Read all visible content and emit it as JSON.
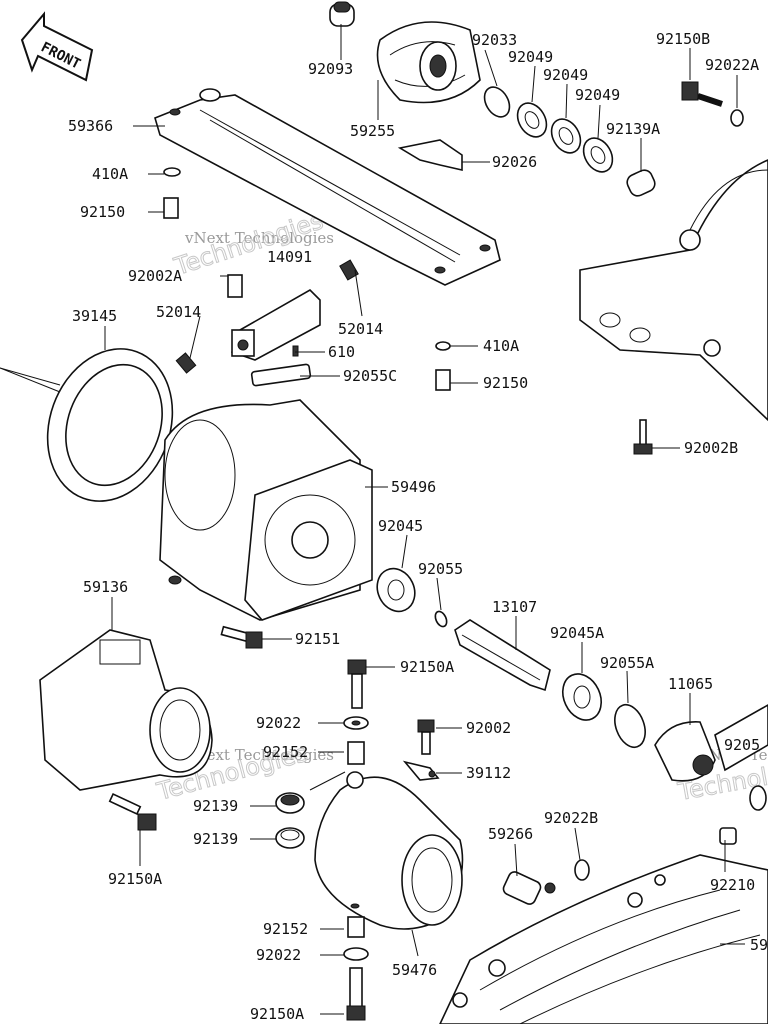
{
  "diagram": {
    "front_label": "FRONT",
    "watermark": "vNext Technologies",
    "watermark_outline": "Technologies"
  },
  "parts": [
    {
      "id": "p92093",
      "label": "92093"
    },
    {
      "id": "p92033",
      "label": "92033"
    },
    {
      "id": "p92049a",
      "label": "92049"
    },
    {
      "id": "p92049b",
      "label": "92049"
    },
    {
      "id": "p92049c",
      "label": "92049"
    },
    {
      "id": "p92150B",
      "label": "92150B"
    },
    {
      "id": "p92022A",
      "label": "92022A"
    },
    {
      "id": "p59366",
      "label": "59366"
    },
    {
      "id": "p59255",
      "label": "59255"
    },
    {
      "id": "p92139A",
      "label": "92139A"
    },
    {
      "id": "p92026",
      "label": "92026"
    },
    {
      "id": "p410Aa",
      "label": "410A"
    },
    {
      "id": "p92150a",
      "label": "92150"
    },
    {
      "id": "p14091",
      "label": "14091"
    },
    {
      "id": "p92002A",
      "label": "92002A"
    },
    {
      "id": "p39145",
      "label": "39145"
    },
    {
      "id": "p52014a",
      "label": "52014"
    },
    {
      "id": "p52014b",
      "label": "52014"
    },
    {
      "id": "p610",
      "label": "610"
    },
    {
      "id": "p410Ab",
      "label": "410A"
    },
    {
      "id": "p92055C",
      "label": "92055C"
    },
    {
      "id": "p92150b",
      "label": "92150"
    },
    {
      "id": "p92002B",
      "label": "92002B"
    },
    {
      "id": "p59496",
      "label": "59496"
    },
    {
      "id": "p92045",
      "label": "92045"
    },
    {
      "id": "p92055",
      "label": "92055"
    },
    {
      "id": "p59136",
      "label": "59136"
    },
    {
      "id": "p13107",
      "label": "13107"
    },
    {
      "id": "p92151",
      "label": "92151"
    },
    {
      "id": "p92045A",
      "label": "92045A"
    },
    {
      "id": "p92055A",
      "label": "92055A"
    },
    {
      "id": "p92150Aa",
      "label": "92150A"
    },
    {
      "id": "p11065",
      "label": "11065"
    },
    {
      "id": "p92022a",
      "label": "92022"
    },
    {
      "id": "p92002",
      "label": "92002"
    },
    {
      "id": "p92152a",
      "label": "92152"
    },
    {
      "id": "p9205x",
      "label": "9205"
    },
    {
      "id": "p39112",
      "label": "39112"
    },
    {
      "id": "p92139a",
      "label": "92139"
    },
    {
      "id": "p92139b",
      "label": "92139"
    },
    {
      "id": "p92022B",
      "label": "92022B"
    },
    {
      "id": "p59266",
      "label": "59266"
    },
    {
      "id": "p92150Ab",
      "label": "92150A"
    },
    {
      "id": "p92210",
      "label": "92210"
    },
    {
      "id": "p92152b",
      "label": "92152"
    },
    {
      "id": "p92022b",
      "label": "92022"
    },
    {
      "id": "p59x",
      "label": "59"
    },
    {
      "id": "p59476",
      "label": "59476"
    },
    {
      "id": "p92150Ac",
      "label": "92150A"
    }
  ]
}
